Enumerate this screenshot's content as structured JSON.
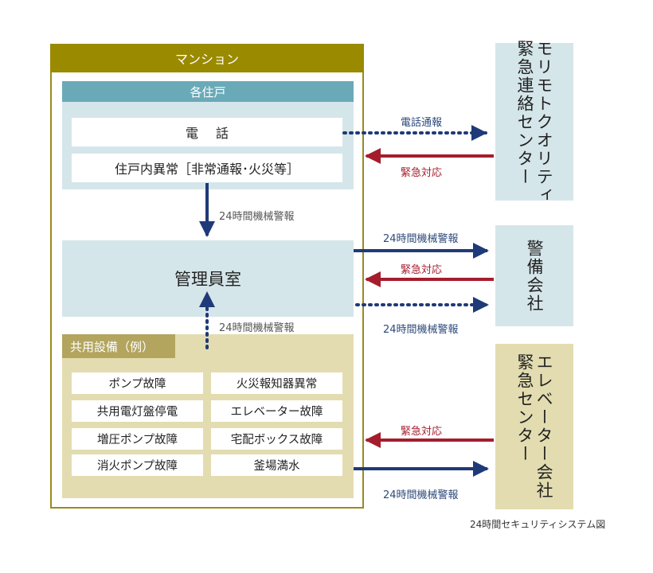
{
  "mansion": {
    "title": "マンション"
  },
  "units": {
    "title": "各住戸",
    "phone": "電話",
    "abnormal": "住戸内異常［非常通報･火災等］"
  },
  "manager": {
    "title": "管理員室"
  },
  "common": {
    "title": "共用設備（例）",
    "items": [
      "ポンプ故障",
      "火災報知器異常",
      "共用電灯盤停電",
      "エレベーター故障",
      "増圧ポンプ故障",
      "宅配ボックス故障",
      "消火ポンプ故障",
      "釜場満水"
    ]
  },
  "centers": {
    "moritomo": "モリモトクオリティ\n緊急連絡センター",
    "keibi": "警備会社",
    "elevator": "エレベーター会社\n緊急センター"
  },
  "labels": {
    "phone_report": "電話通報",
    "emergency": "緊急対応",
    "machine_alarm": "24時間機械警報"
  },
  "caption": "24時間セキュリティシステム図",
  "colors": {
    "navy": "#1f3a78",
    "red": "#a51d2d",
    "olive": "#9a8a00",
    "lightblue": "#d5e6ea",
    "tan": "#e3dcb0"
  }
}
